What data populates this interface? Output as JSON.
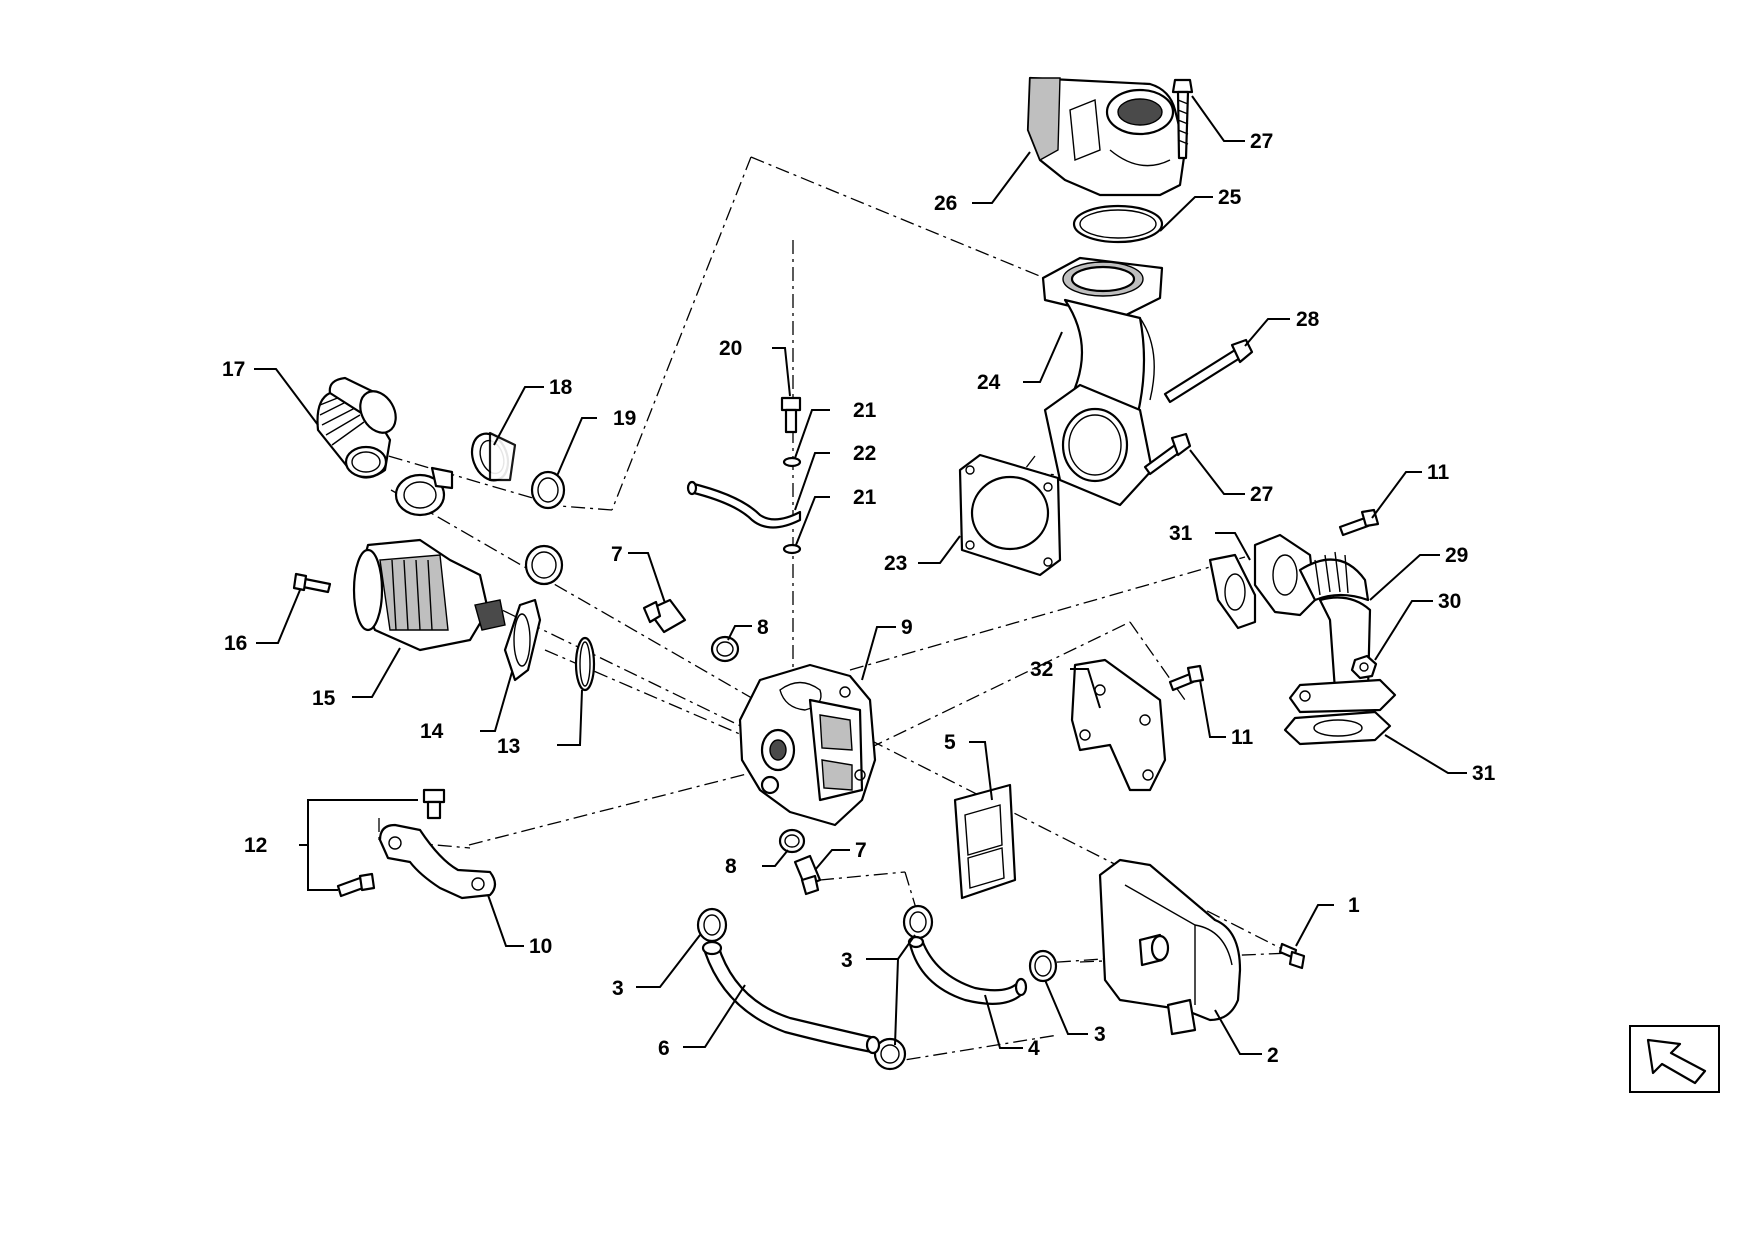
{
  "callouts": [
    {
      "id": "c1",
      "text": "1"
    },
    {
      "id": "c2",
      "text": "2"
    },
    {
      "id": "c3a",
      "text": "3"
    },
    {
      "id": "c3b",
      "text": "3"
    },
    {
      "id": "c3c",
      "text": "3"
    },
    {
      "id": "c4",
      "text": "4"
    },
    {
      "id": "c5",
      "text": "5"
    },
    {
      "id": "c6",
      "text": "6"
    },
    {
      "id": "c7a",
      "text": "7"
    },
    {
      "id": "c7b",
      "text": "7"
    },
    {
      "id": "c8a",
      "text": "8"
    },
    {
      "id": "c8b",
      "text": "8"
    },
    {
      "id": "c9",
      "text": "9"
    },
    {
      "id": "c10",
      "text": "10"
    },
    {
      "id": "c11a",
      "text": "11"
    },
    {
      "id": "c11b",
      "text": "11"
    },
    {
      "id": "c12",
      "text": "12"
    },
    {
      "id": "c13",
      "text": "13"
    },
    {
      "id": "c14",
      "text": "14"
    },
    {
      "id": "c15",
      "text": "15"
    },
    {
      "id": "c16",
      "text": "16"
    },
    {
      "id": "c17",
      "text": "17"
    },
    {
      "id": "c18",
      "text": "18"
    },
    {
      "id": "c19",
      "text": "19"
    },
    {
      "id": "c20",
      "text": "20"
    },
    {
      "id": "c21a",
      "text": "21"
    },
    {
      "id": "c21b",
      "text": "21"
    },
    {
      "id": "c22",
      "text": "22"
    },
    {
      "id": "c23",
      "text": "23"
    },
    {
      "id": "c24",
      "text": "24"
    },
    {
      "id": "c25",
      "text": "25"
    },
    {
      "id": "c26",
      "text": "26"
    },
    {
      "id": "c27a",
      "text": "27"
    },
    {
      "id": "c27b",
      "text": "27"
    },
    {
      "id": "c28",
      "text": "28"
    },
    {
      "id": "c29",
      "text": "29"
    },
    {
      "id": "c30",
      "text": "30"
    },
    {
      "id": "c31a",
      "text": "31"
    },
    {
      "id": "c31b",
      "text": "31"
    },
    {
      "id": "c32",
      "text": "32"
    }
  ],
  "nav_icon": "arrow-up-left-icon"
}
